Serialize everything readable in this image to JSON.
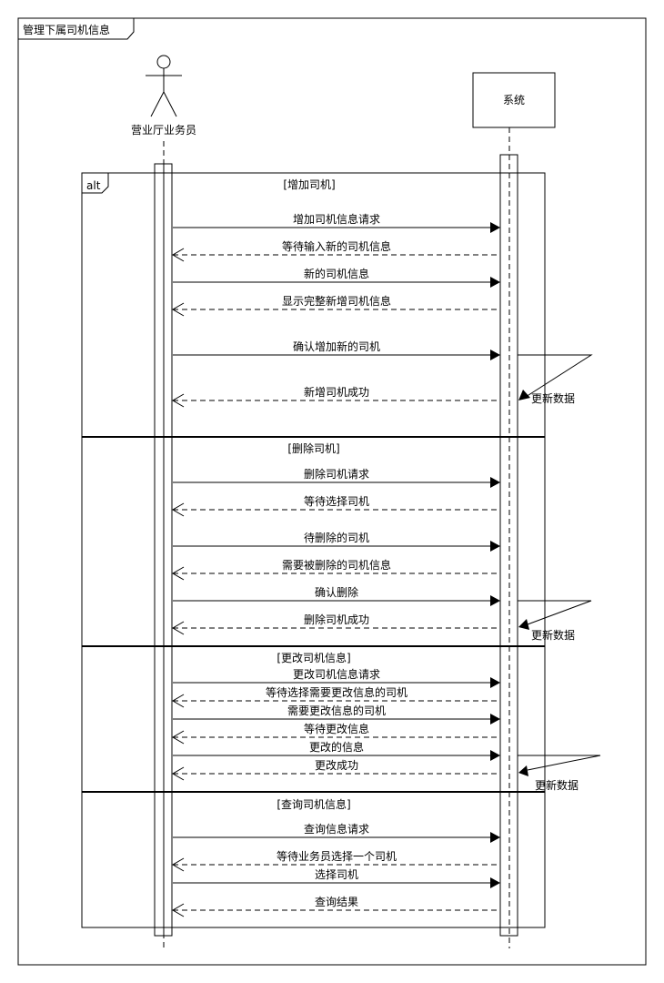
{
  "frame": {
    "title": "管理下属司机信息"
  },
  "actor": {
    "name": "营业厅业务员"
  },
  "system": {
    "name": "系统"
  },
  "alt": {
    "label": "alt",
    "sections": [
      {
        "guard": "[增加司机]",
        "messages": [
          {
            "text": "增加司机信息请求",
            "kind": "sync",
            "dir": "right"
          },
          {
            "text": "等待输入新的司机信息",
            "kind": "reply",
            "dir": "left"
          },
          {
            "text": "新的司机信息",
            "kind": "sync",
            "dir": "right"
          },
          {
            "text": "显示完整新增司机信息",
            "kind": "reply",
            "dir": "left"
          },
          {
            "text": "确认增加新的司机",
            "kind": "sync",
            "dir": "right"
          },
          {
            "text": "新增司机成功",
            "kind": "reply",
            "dir": "left"
          }
        ],
        "note": "更新数据"
      },
      {
        "guard": "[删除司机]",
        "messages": [
          {
            "text": "删除司机请求",
            "kind": "sync",
            "dir": "right"
          },
          {
            "text": "等待选择司机",
            "kind": "reply",
            "dir": "left"
          },
          {
            "text": "待删除的司机",
            "kind": "sync",
            "dir": "right"
          },
          {
            "text": "需要被删除的司机信息",
            "kind": "reply",
            "dir": "left"
          },
          {
            "text": "确认删除",
            "kind": "sync",
            "dir": "right"
          },
          {
            "text": "删除司机成功",
            "kind": "reply",
            "dir": "left"
          }
        ],
        "note": "更新数据"
      },
      {
        "guard": "[更改司机信息]",
        "messages": [
          {
            "text": "更改司机信息请求",
            "kind": "sync",
            "dir": "right"
          },
          {
            "text": "等待选择需要更改信息的司机",
            "kind": "reply",
            "dir": "left"
          },
          {
            "text": "需要更改信息的司机",
            "kind": "sync",
            "dir": "right"
          },
          {
            "text": "等待更改信息",
            "kind": "reply",
            "dir": "left"
          },
          {
            "text": "更改的信息",
            "kind": "sync",
            "dir": "right"
          },
          {
            "text": "更改成功",
            "kind": "reply",
            "dir": "left"
          }
        ],
        "note": "更新数据"
      },
      {
        "guard": "[查询司机信息]",
        "messages": [
          {
            "text": "查询信息请求",
            "kind": "sync",
            "dir": "right"
          },
          {
            "text": "等待业务员选择一个司机",
            "kind": "reply",
            "dir": "left"
          },
          {
            "text": "选择司机",
            "kind": "sync",
            "dir": "right"
          },
          {
            "text": "查询结果",
            "kind": "reply",
            "dir": "left"
          }
        ]
      }
    ]
  }
}
